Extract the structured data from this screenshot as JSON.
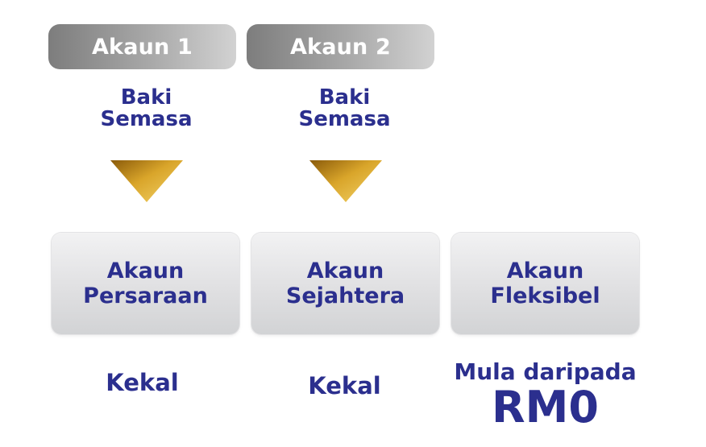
{
  "columns": [
    {
      "pill": "Akaun 1",
      "baki_line1": "Baki",
      "baki_line2": "Semasa",
      "box_line1": "Akaun",
      "box_line2": "Persaraan",
      "bottom": "Kekal"
    },
    {
      "pill": "Akaun 2",
      "baki_line1": "Baki",
      "baki_line2": "Semasa",
      "box_line1": "Akaun",
      "box_line2": "Sejahtera",
      "bottom": "Kekal"
    },
    {
      "box_line1": "Akaun",
      "box_line2": "Fleksibel",
      "bottom": "Mula daripada",
      "bottom_amount": "RM0"
    }
  ],
  "colors": {
    "text_blue": "#2b2f8e",
    "pill_gray_dark": "#7d7d7d",
    "pill_gray_light": "#d2d2d2",
    "arrow_gold_dark": "#c9931a",
    "arrow_gold_light": "#f1cd5a"
  }
}
